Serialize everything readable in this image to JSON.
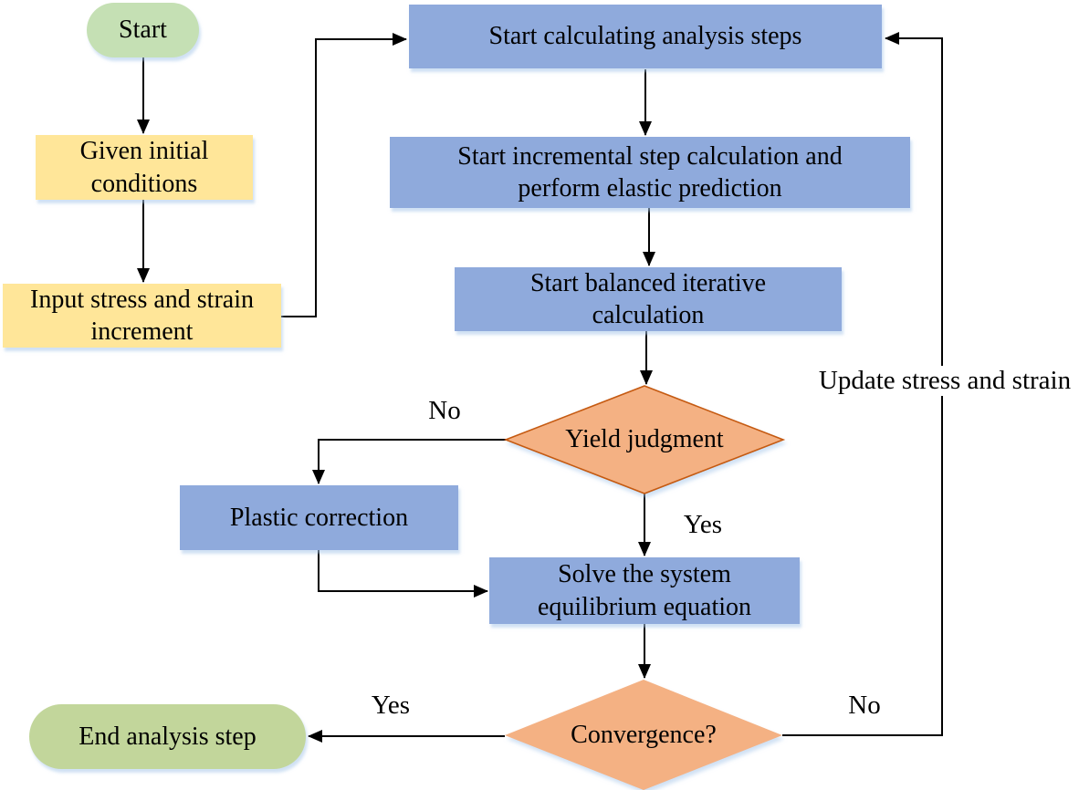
{
  "colors": {
    "process-fill": "#8FAADC",
    "io-fill": "#FFE699",
    "start-fill": "#C5E0B4",
    "end-fill": "#C2D69B",
    "decision-fill": "#F4B183",
    "decision-border": "#C55A11",
    "connector": "#000000"
  },
  "nodes": {
    "start": {
      "lines": [
        "Start"
      ]
    },
    "given_initial": {
      "lines": [
        "Given initial",
        "conditions"
      ]
    },
    "input_increment": {
      "lines": [
        "Input stress and strain",
        "increment"
      ]
    },
    "calc_steps": {
      "lines": [
        "Start calculating analysis steps"
      ]
    },
    "incremental_step": {
      "lines": [
        "Start incremental step calculation and",
        "perform elastic prediction"
      ]
    },
    "balanced_iterative": {
      "lines": [
        "Start balanced iterative",
        "calculation"
      ]
    },
    "yield_judgment": {
      "lines": [
        "Yield judgment"
      ]
    },
    "plastic_correction": {
      "lines": [
        "Plastic correction"
      ]
    },
    "solve_equilibrium": {
      "lines": [
        "Solve the system",
        "equilibrium equation"
      ]
    },
    "convergence": {
      "lines": [
        "Convergence?"
      ]
    },
    "end_analysis": {
      "lines": [
        "End analysis step"
      ]
    }
  },
  "edge_labels": {
    "yield_no": "No",
    "yield_yes": "Yes",
    "convergence_yes": "Yes",
    "convergence_no": "No",
    "update_loop": "Update stress and strain"
  }
}
